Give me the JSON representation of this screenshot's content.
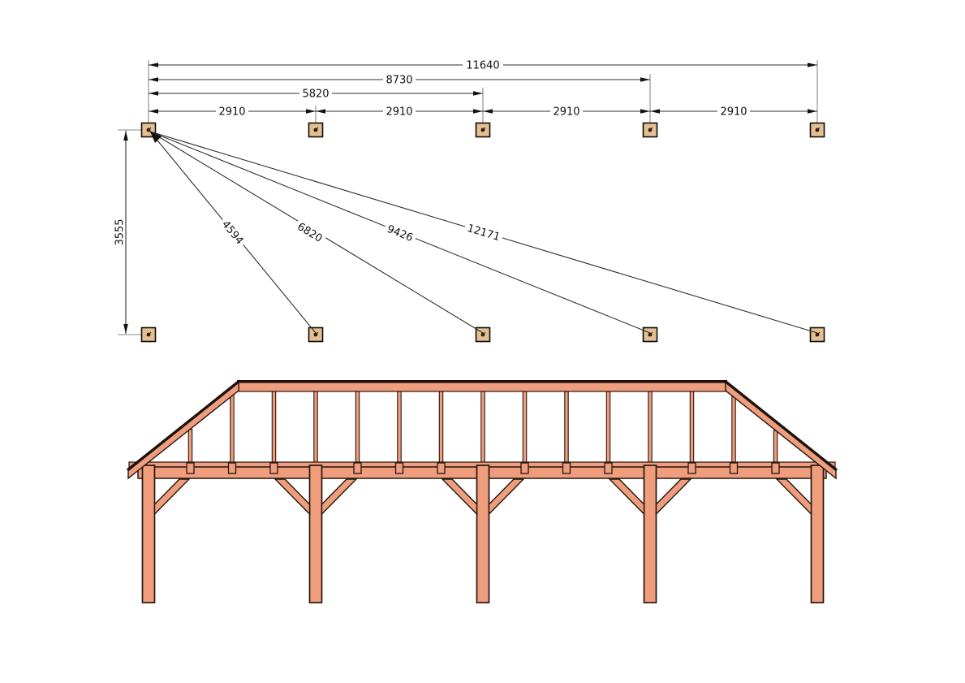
{
  "plan": {
    "overall": "11640",
    "three_bay": "8730",
    "two_bay": "5820",
    "bays": [
      "2910",
      "2910",
      "2910",
      "2910"
    ],
    "depth": "3555",
    "diagonals": [
      "4594",
      "6820",
      "9426",
      "12171"
    ]
  },
  "colors": {
    "wood": "#EF9D7C",
    "outline": "#241811",
    "roof_edge": "#1b120c",
    "plan_post_fill": "#E4BF94",
    "plan_post_dot": "#33200f",
    "dim_line": "#2e2e2e",
    "extension_line": "#8a8a8a"
  }
}
